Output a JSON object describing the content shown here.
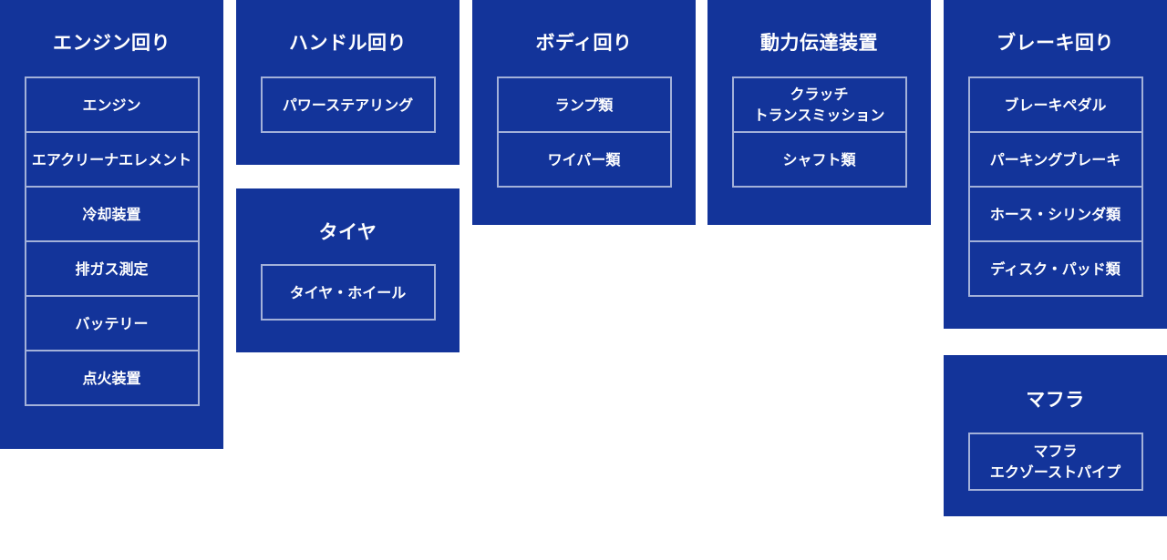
{
  "panels": [
    {
      "title": "エンジン回り",
      "items": [
        "エンジン",
        "エアクリーナエレメント",
        "冷却装置",
        "排ガス測定",
        "バッテリー",
        "点火装置"
      ]
    },
    {
      "title": "ハンドル回り",
      "items": [
        "パワーステアリング"
      ]
    },
    {
      "title": "タイヤ",
      "items": [
        "タイヤ・ホイール"
      ]
    },
    {
      "title": "ボディ回り",
      "items": [
        "ランプ類",
        "ワイパー類"
      ]
    },
    {
      "title": "動力伝達装置",
      "items": [
        "クラッチ\nトランスミッション",
        "シャフト類"
      ]
    },
    {
      "title": "ブレーキ回り",
      "items": [
        "ブレーキペダル",
        "パーキングブレーキ",
        "ホース・シリンダ類",
        "ディスク・パッド類"
      ]
    },
    {
      "title": "マフラ",
      "items": [
        "マフラ\nエクゾーストパイプ"
      ]
    }
  ]
}
